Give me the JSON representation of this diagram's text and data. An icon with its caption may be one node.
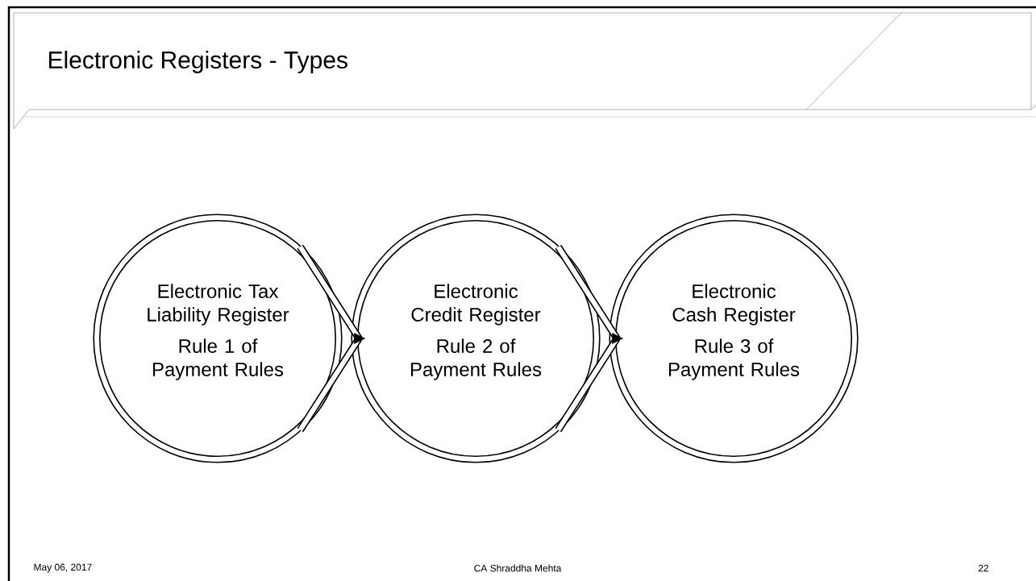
{
  "diagram": {
    "title": "Electronic Registers - Types",
    "nodes": [
      {
        "text": [
          "Electronic Tax Liability Register",
          "Rule 1 of Payment Rules"
        ]
      },
      {
        "text": [
          "Electronic Credit Register",
          "Rule 2 of Payment Rules"
        ]
      },
      {
        "text": [
          "Electronic Cash Register",
          "Rule 3 of Payment Rules"
        ]
      }
    ],
    "edges": [
      {
        "from": 0,
        "to": 1,
        "arrow": "to"
      },
      {
        "from": 1,
        "to": 2,
        "arrow": "to"
      }
    ],
    "labels": [
      "May 06, 2017",
      "CA Shraddha Mehta",
      "22"
    ]
  }
}
